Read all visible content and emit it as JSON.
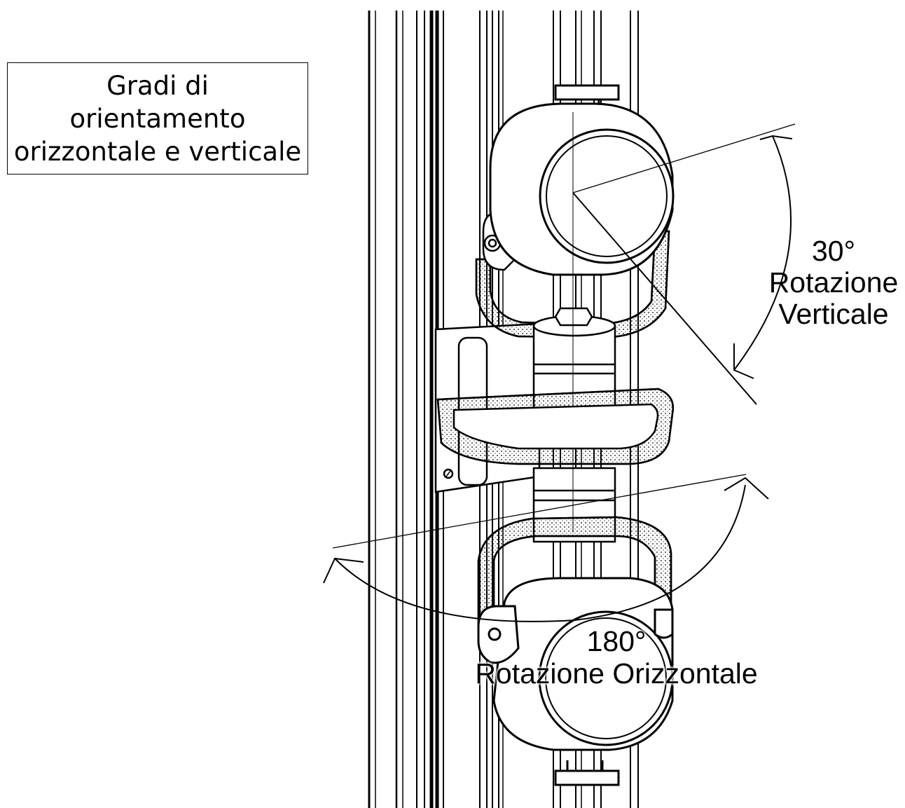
{
  "title_box": {
    "line1": "Gradi di",
    "line2": "orientamento",
    "line3": "orizzontale e verticale"
  },
  "vertical_rotation": {
    "degrees": "30°",
    "line1": "Rotazione",
    "line2": "Verticale"
  },
  "horizontal_rotation": {
    "degrees": "180°",
    "line1": "Rotazione Orizzontale"
  },
  "colors": {
    "ink": "#000000",
    "paper": "#ffffff"
  }
}
